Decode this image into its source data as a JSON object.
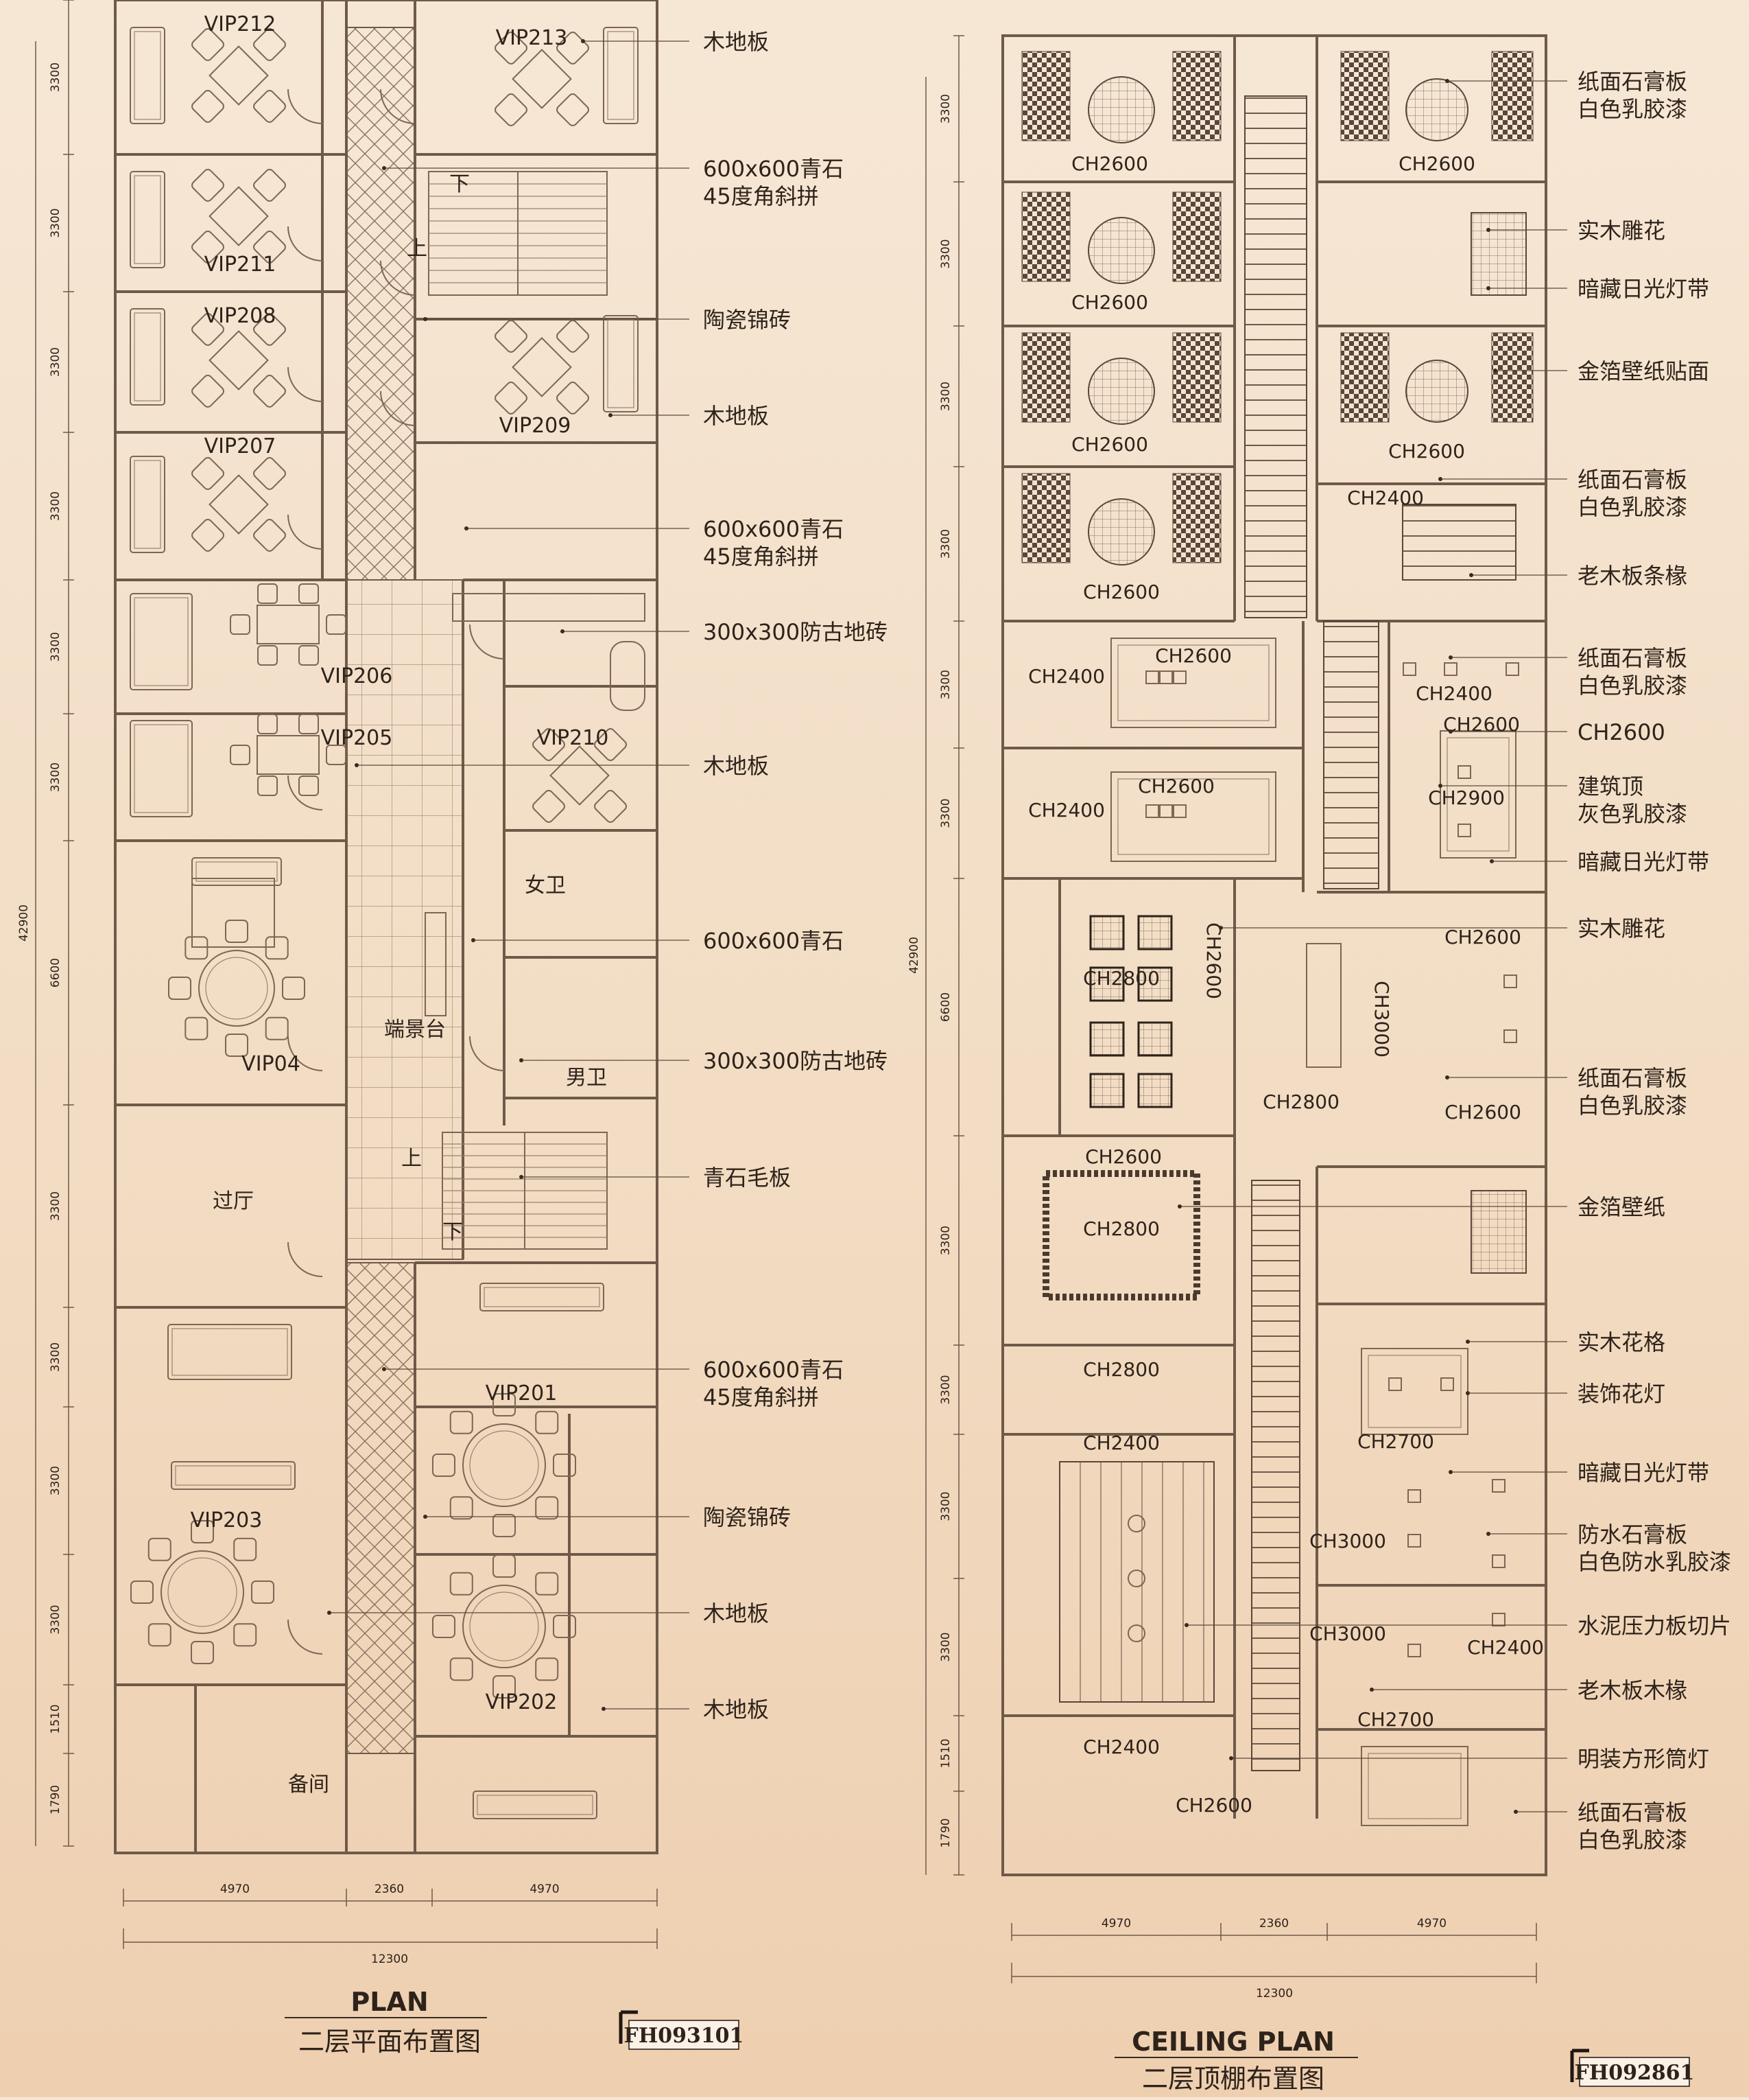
{
  "plan": {
    "title_en": "PLAN",
    "title_cn": "二层平面布置图",
    "code": "FH093101",
    "rooms": [
      {
        "name": "VIP212"
      },
      {
        "name": "VIP213"
      },
      {
        "name": "VIP211"
      },
      {
        "name": "VIP208"
      },
      {
        "name": "VIP209"
      },
      {
        "name": "VIP207"
      },
      {
        "name": "VIP206"
      },
      {
        "name": "VIP205"
      },
      {
        "name": "VIP210"
      },
      {
        "name": "女卫"
      },
      {
        "name": "VIP04"
      },
      {
        "name": "端景台"
      },
      {
        "name": "男卫"
      },
      {
        "name": "过厅"
      },
      {
        "name": "VIP201"
      },
      {
        "name": "VIP203"
      },
      {
        "name": "VIP202"
      },
      {
        "name": "备间"
      },
      {
        "name": "下"
      },
      {
        "name": "上"
      },
      {
        "name": "上"
      },
      {
        "name": "下"
      }
    ],
    "material_labels": [
      [
        "木地板"
      ],
      [
        "600x600青石",
        "45度角斜拼"
      ],
      [
        "陶瓷锦砖"
      ],
      [
        "木地板"
      ],
      [
        "600x600青石",
        "45度角斜拼"
      ],
      [
        "300x300防古地砖"
      ],
      [
        "木地板"
      ],
      [
        "600x600青石"
      ],
      [
        "300x300防古地砖"
      ],
      [
        "青石毛板"
      ],
      [
        "600x600青石",
        "45度角斜拼"
      ],
      [
        "陶瓷锦砖"
      ],
      [
        "木地板"
      ],
      [
        "木地板"
      ]
    ],
    "left_dimensions": [
      "3300",
      "3300",
      "3300",
      "3300",
      "3300",
      "3300",
      "6600",
      "3300",
      "3300",
      "3300",
      "3300",
      "1510",
      "1790"
    ],
    "total_height": "42900",
    "bottom_dimensions": [
      "4970",
      "2360",
      "4970"
    ],
    "total_width": "12300"
  },
  "ceiling": {
    "title_en": "CEILING PLAN",
    "title_cn": "二层顶棚布置图",
    "code": "FH092861",
    "heights": [
      "CH2600",
      "CH2600",
      "CH2600",
      "CH2600",
      "CH2600",
      "CH2400",
      "CH2600",
      "CH2400",
      "CH2600",
      "CH2400",
      "CH2400",
      "CH2600",
      "CH2600",
      "CH2900",
      "CH2800",
      "CH2600",
      "CH3000",
      "CH2600",
      "CH2800",
      "CH2600",
      "CH2600",
      "CH2800",
      "CH2800",
      "CH2400",
      "CH2700",
      "CH3000",
      "CH3000",
      "CH2400",
      "CH2700",
      "CH2400",
      "CH2600"
    ],
    "material_labels": [
      [
        "纸面石膏板",
        "白色乳胶漆"
      ],
      [
        "实木雕花"
      ],
      [
        "暗藏日光灯带"
      ],
      [
        "金箔壁纸贴面"
      ],
      [
        "纸面石膏板",
        "白色乳胶漆"
      ],
      [
        "老木板条椽"
      ],
      [
        "纸面石膏板",
        "白色乳胶漆"
      ],
      [
        "CH2600"
      ],
      [
        "建筑顶",
        "灰色乳胶漆"
      ],
      [
        "暗藏日光灯带"
      ],
      [
        "实木雕花"
      ],
      [
        "纸面石膏板",
        "白色乳胶漆"
      ],
      [
        "金箔壁纸"
      ],
      [
        "实木花格"
      ],
      [
        "装饰花灯"
      ],
      [
        "暗藏日光灯带"
      ],
      [
        "防水石膏板",
        "白色防水乳胶漆"
      ],
      [
        "水泥压力板切片"
      ],
      [
        "老木板木椽"
      ],
      [
        "明装方形筒灯"
      ],
      [
        "纸面石膏板",
        "白色乳胶漆"
      ]
    ],
    "left_dimensions": [
      "3300",
      "3300",
      "3300",
      "3300",
      "3300",
      "3300",
      "6600",
      "3300",
      "3300",
      "3300",
      "3300",
      "1510",
      "1790"
    ],
    "total_height": "42900",
    "bottom_dimensions": [
      "4970",
      "2360",
      "4970"
    ],
    "total_width": "12300"
  }
}
